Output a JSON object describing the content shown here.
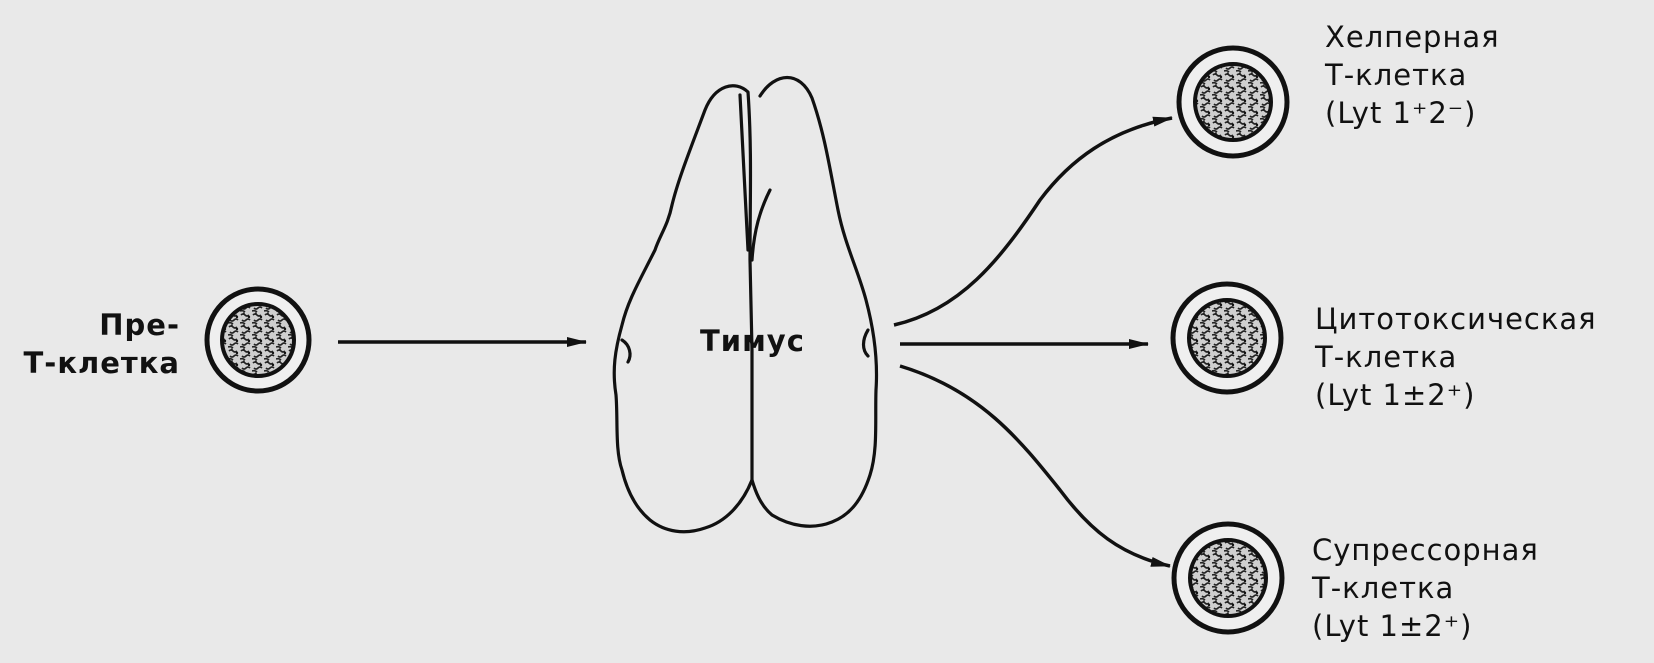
{
  "pre_cell": {
    "line1": "Пре-",
    "line2": "Т-клетка"
  },
  "thymus": {
    "label": "Тимус"
  },
  "outputs": [
    {
      "name": "Хелперная",
      "sub": "Т-клетка",
      "marker": "(Lyt 1⁺2⁻)"
    },
    {
      "name": "Цитотоксическая",
      "sub": "Т-клетка",
      "marker": "(Lyt 1±2⁺)"
    },
    {
      "name": "Супрессорная",
      "sub": "Т-клетка",
      "marker": "(Lyt 1±2⁺)"
    }
  ]
}
